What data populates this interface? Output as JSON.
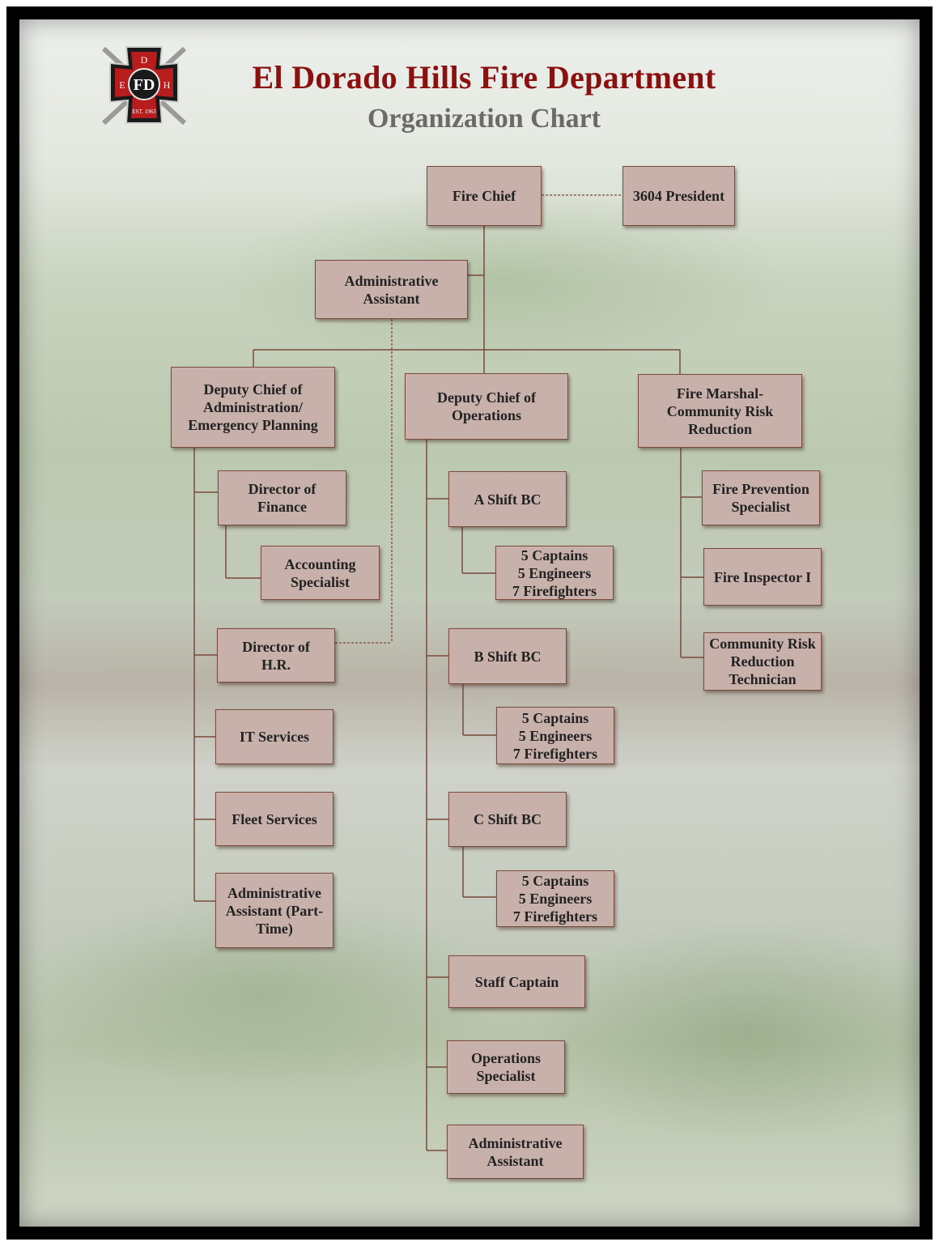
{
  "header": {
    "title": "El Dorado Hills Fire Department",
    "subtitle": "Organization Chart",
    "logo": {
      "center": "FD",
      "left": "E",
      "right": "H",
      "top": "D",
      "est": "EST. 1963"
    }
  },
  "colors": {
    "title": "#8b1010",
    "subtitle": "#6a6a6a",
    "box_fill": "#c8b1ab",
    "box_border": "#7a4a3c",
    "connector": "#7a4a3c"
  },
  "nodes": {
    "fire_chief": "Fire Chief",
    "president_3604": "3604 President",
    "admin_assistant": "Administrative\nAssistant",
    "deputy_admin": "Deputy Chief of\nAdministration/\nEmergency Planning",
    "deputy_ops": "Deputy Chief of\nOperations",
    "fire_marshal": "Fire Marshal-\nCommunity Risk\nReduction",
    "director_finance": "Director of\nFinance",
    "accounting": "Accounting\nSpecialist",
    "director_hr": "Director of\nH.R.",
    "it_services": "IT  Services",
    "fleet_services": "Fleet Services",
    "admin_assistant_pt": "Administrative\nAssistant (Part-\nTime)",
    "a_shift": "A  Shift BC",
    "a_crew": "5 Captains\n5 Engineers\n7 Firefighters",
    "b_shift": "B Shift BC",
    "b_crew": "5 Captains\n5 Engineers\n7 Firefighters",
    "c_shift": "C Shift BC",
    "c_crew": "5 Captains\n5 Engineers\n7 Firefighters",
    "staff_captain": "Staff Captain",
    "ops_specialist": "Operations\nSpecialist",
    "ops_admin_assistant": "Administrative\nAssistant",
    "fire_prevention": "Fire Prevention\nSpecialist",
    "fire_inspector": "Fire Inspector  I",
    "crr_technician": "Community Risk\nReduction\nTechnician"
  }
}
